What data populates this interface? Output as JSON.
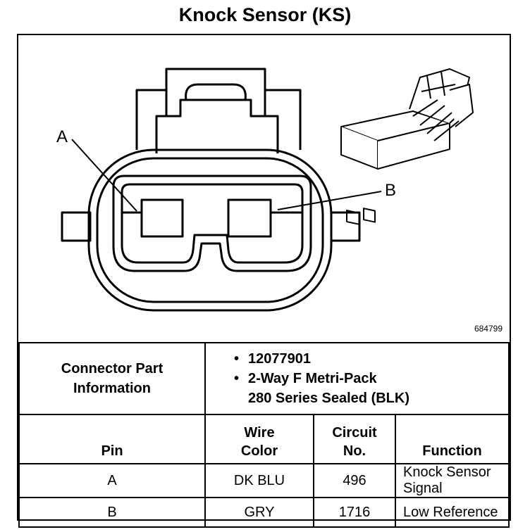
{
  "title": "Knock Sensor (KS)",
  "diagram": {
    "pin_a_label": "A",
    "pin_b_label": "B",
    "figure_id": "684799"
  },
  "connector_info": {
    "label_line1": "Connector Part",
    "label_line2": "Information",
    "items": [
      "12077901",
      "2-Way F Metri-Pack",
      "280 Series Sealed (BLK)"
    ]
  },
  "table": {
    "headers": {
      "pin": "Pin",
      "wire_color_line1": "Wire",
      "wire_color_line2": "Color",
      "circuit_line1": "Circuit",
      "circuit_line2": "No.",
      "function": "Function"
    },
    "rows": [
      {
        "pin": "A",
        "wire_color": "DK BLU",
        "circuit": "496",
        "function": "Knock Sensor Signal"
      },
      {
        "pin": "B",
        "wire_color": "GRY",
        "circuit": "1716",
        "function": "Low Reference"
      }
    ]
  }
}
